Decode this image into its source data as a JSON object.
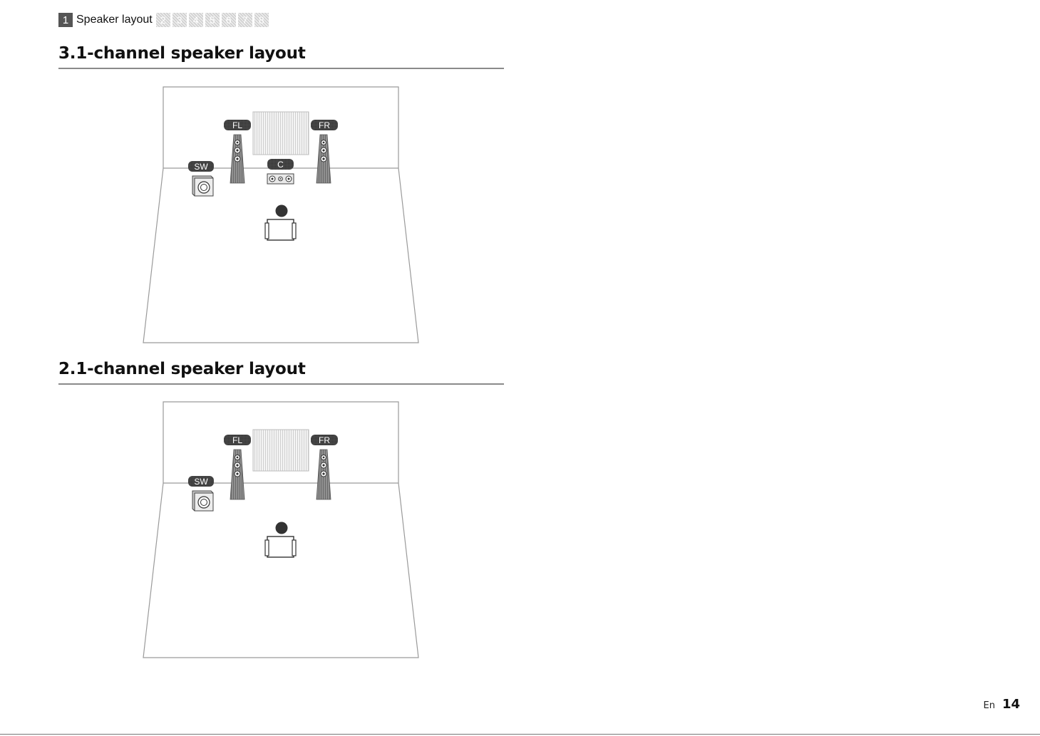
{
  "nav": {
    "active_step": "1",
    "active_label": "Speaker layout",
    "other_steps": [
      "2",
      "3",
      "4",
      "5",
      "6",
      "7",
      "8"
    ]
  },
  "sections": [
    {
      "title": "3.1-channel speaker layout",
      "speakers": {
        "front_left": "FL",
        "front_right": "FR",
        "center": "C",
        "subwoofer": "SW"
      }
    },
    {
      "title": "2.1-channel speaker layout",
      "speakers": {
        "front_left": "FL",
        "front_right": "FR",
        "subwoofer": "SW"
      }
    }
  ],
  "footer": {
    "language": "En",
    "page_number": "14"
  },
  "colors": {
    "label_bg": "#3a3a3a",
    "label_text": "#ffffff",
    "room_line": "#999999"
  }
}
